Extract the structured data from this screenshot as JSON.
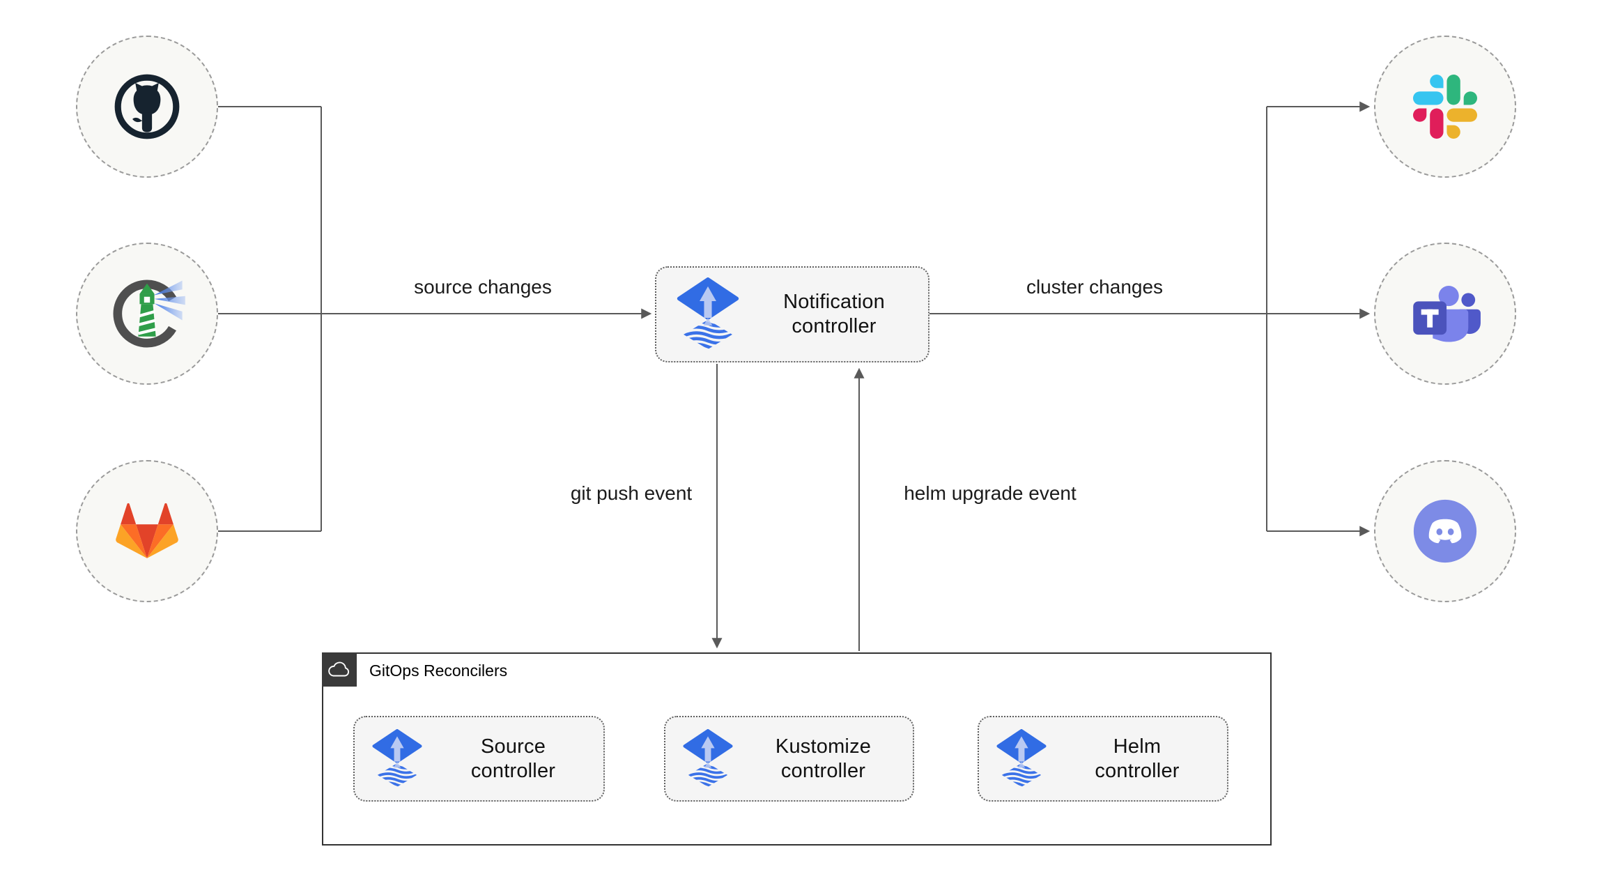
{
  "diagram": {
    "nodes": {
      "notification": {
        "label": "Notification controller"
      },
      "source": {
        "label": "Source controller"
      },
      "kustomize": {
        "label": "Kustomize controller"
      },
      "helm": {
        "label": "Helm controller"
      }
    },
    "container": {
      "label": "GitOps Reconcilers",
      "icon": "cloud-icon"
    },
    "edges": {
      "source_changes": "source changes",
      "cluster_changes": "cluster changes",
      "git_push": "git push event",
      "helm_upgrade": "helm upgrade event"
    },
    "integrations": {
      "sources": [
        "github",
        "harbor",
        "gitlab"
      ],
      "notifiers": [
        "slack",
        "microsoft-teams",
        "discord"
      ]
    },
    "colors": {
      "flux_blue": "#316ce4",
      "flux_arrow_light": "#b9c9f2",
      "connector_line": "#595959",
      "node_fill": "#f5f5f5",
      "circle_fill": "#f8f8f5",
      "container_tab": "#3a3a3a",
      "slack": [
        "#36C5F0",
        "#2EB67D",
        "#ECB22C",
        "#E01E5A"
      ],
      "gitlab": [
        "#E24329",
        "#FC6D26",
        "#FCA326"
      ],
      "teams_purple": "#4b53bc",
      "discord_blurple": "#7d8be6",
      "harbor_green": "#2f9e49",
      "github_dark": "#16232f"
    }
  }
}
